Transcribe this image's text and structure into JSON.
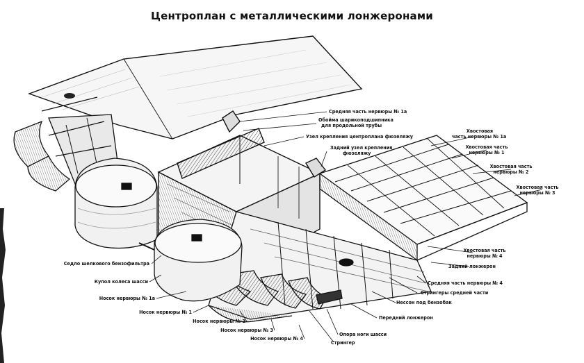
{
  "title": "Центроплан с металлическими лонжеронами",
  "labels": {
    "mid_rib_1a": "Средняя часть нервюры № 1а",
    "bearing_1": "Обойма шарикоподшипника",
    "bearing_2": "для продольной трубы",
    "center_attach": "Узел крепления центроплана фюзеляжу",
    "rear_attach_1": "Задний узел крепления",
    "rear_attach_2": "фюзеляжу",
    "tail_1a_1": "Хвостовая",
    "tail_1a_2": "часть нервюры № 1а",
    "tail_1_1": "Хвостовая часть",
    "tail_1_2": "нервюры № 1",
    "tail_2_1": "Хвостовая часть",
    "tail_2_2": "нервюры № 2",
    "tail_3_1": "Хвостовая часть",
    "tail_3_2": "нервюры № 3",
    "tail_4_1": "Хвостовая часть",
    "tail_4_2": "нервюры № 4",
    "rear_spar": "Задний лонжерон",
    "mid_rib_4": "Средняя часть нервюры № 4",
    "stringers_mid": "Стрингеры средней части",
    "tank_nest": "Нессон под бензобак",
    "front_spar": "Передний лонжерон",
    "gear_leg": "Опора ноги шасси",
    "stringer": "Стрингер",
    "filter_seat": "Седло шелкового бензофильтра",
    "wheel_dome": "Купол колеса шасси",
    "nose_1a": "Носок нервюры № 1а",
    "nose_1": "Носок нервюры № 1",
    "nose_2": "Носок нервюры № 2",
    "nose_3": "Носок нервюры № 3",
    "nose_4": "Носок нервюры № 4"
  }
}
